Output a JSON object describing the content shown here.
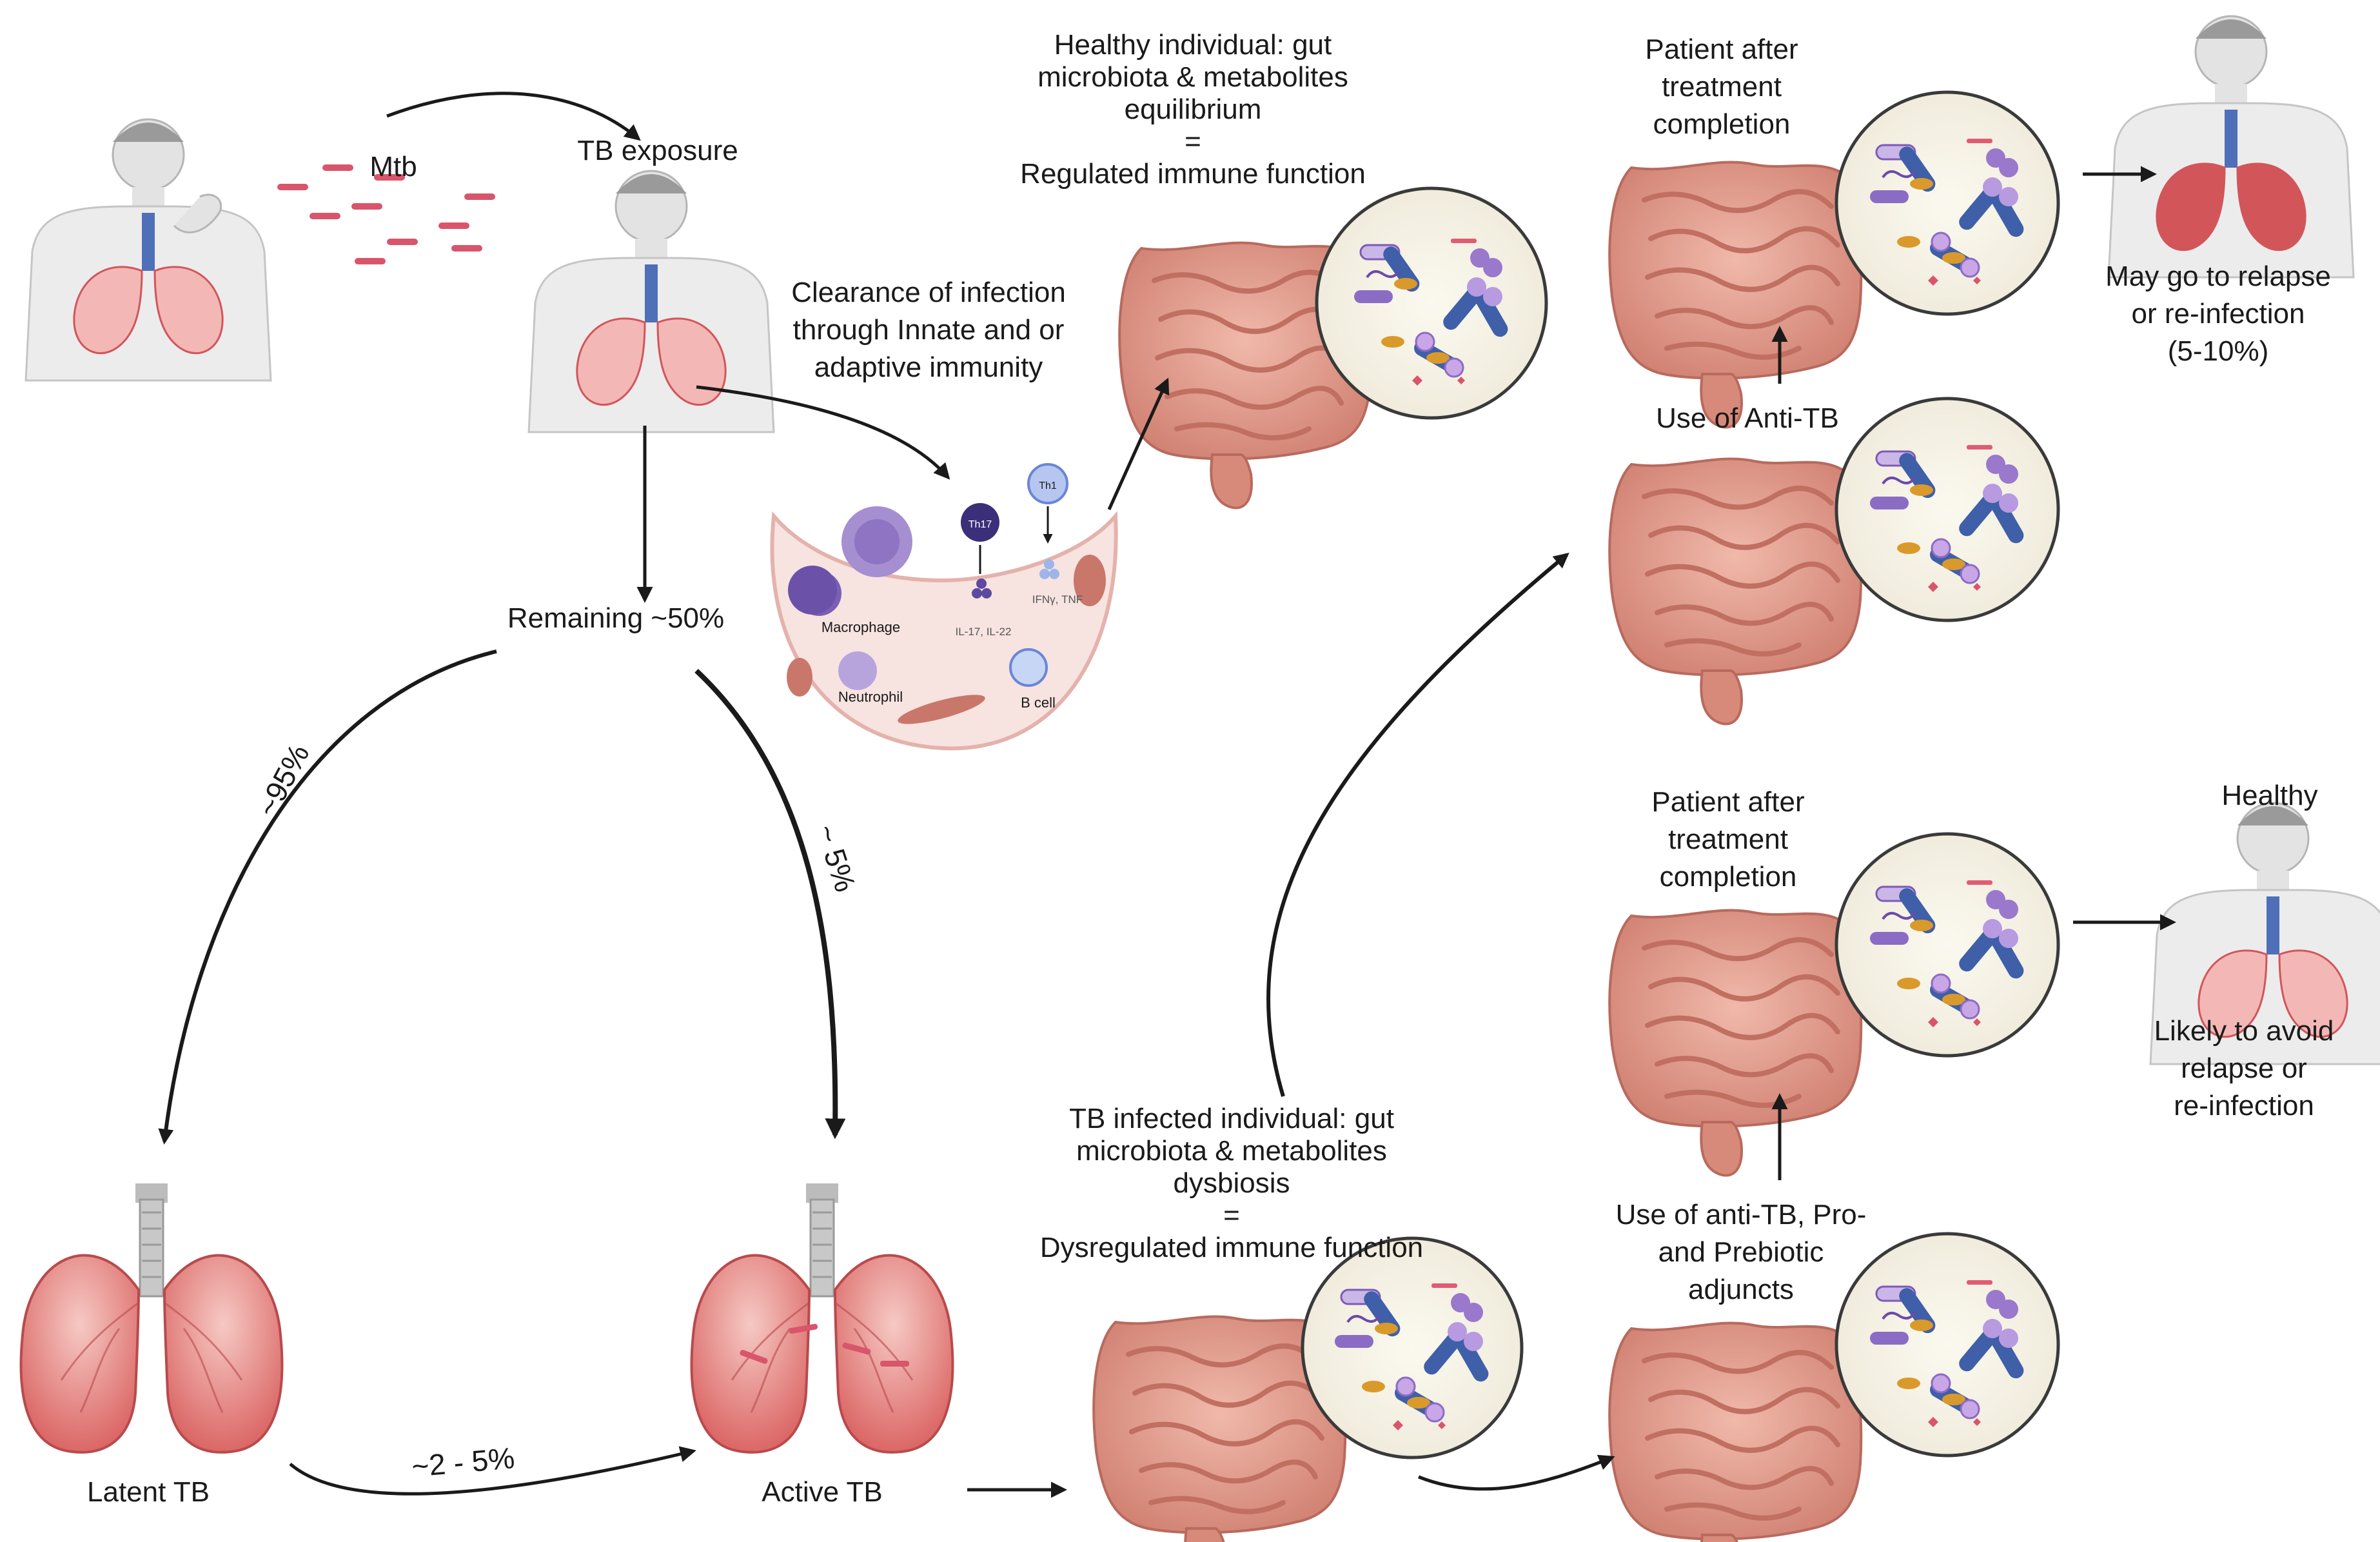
{
  "labels": {
    "mtb": "Mtb",
    "tb_exposure": "TB exposure",
    "clearance": "Clearance of infection\nthrough Innate and or\nadaptive immunity",
    "remaining": "Remaining ~50%",
    "pct_95": "~95%",
    "pct_5": "~ 5%",
    "pct_2_5": "~2 - 5%",
    "latent_tb": "Latent TB",
    "active_tb": "Active TB",
    "healthy_individual": "Healthy individual: gut\nmicrobiota & metabolites\nequilibrium\n=\nRegulated immune function",
    "tb_infected_individual": "TB infected individual: gut\nmicrobiota & metabolites\ndysbiosis\n=\nDysregulated immune function",
    "patient_after_top": "Patient after\ntreatment\ncompletion",
    "use_anti_tb": "Use of Anti-TB",
    "may_relapse": "May  go to relapse\nor re-infection\n(5-10%)",
    "patient_after_bottom": "Patient after\ntreatment\ncompletion",
    "use_anti_tb_pro": "Use of anti-TB, Pro-\nand Prebiotic\nadjuncts",
    "healthy": "Healthy",
    "likely_avoid": "Likely to avoid\nrelapse or\nre-infection"
  },
  "immune_cells": {
    "th17": "Th17",
    "th1": "Th1",
    "il17": "IL-17, IL-22",
    "ifn": "IFNγ, TNF",
    "macrophage": "Macrophage",
    "neutrophil": "Neutrophil",
    "b_cell": "B cell"
  },
  "colors": {
    "lung_red": "#d2555a",
    "lung_pink": "#f3b8b6",
    "gut_pink": "#e8a394",
    "gut_dark": "#c9776a",
    "skin": "#e6e6e6",
    "microbe_blue": "#3f5fa8",
    "microbe_purple": "#8b6cc4",
    "microbe_orange": "#d99a2b",
    "arrow": "#1a1a1a"
  }
}
